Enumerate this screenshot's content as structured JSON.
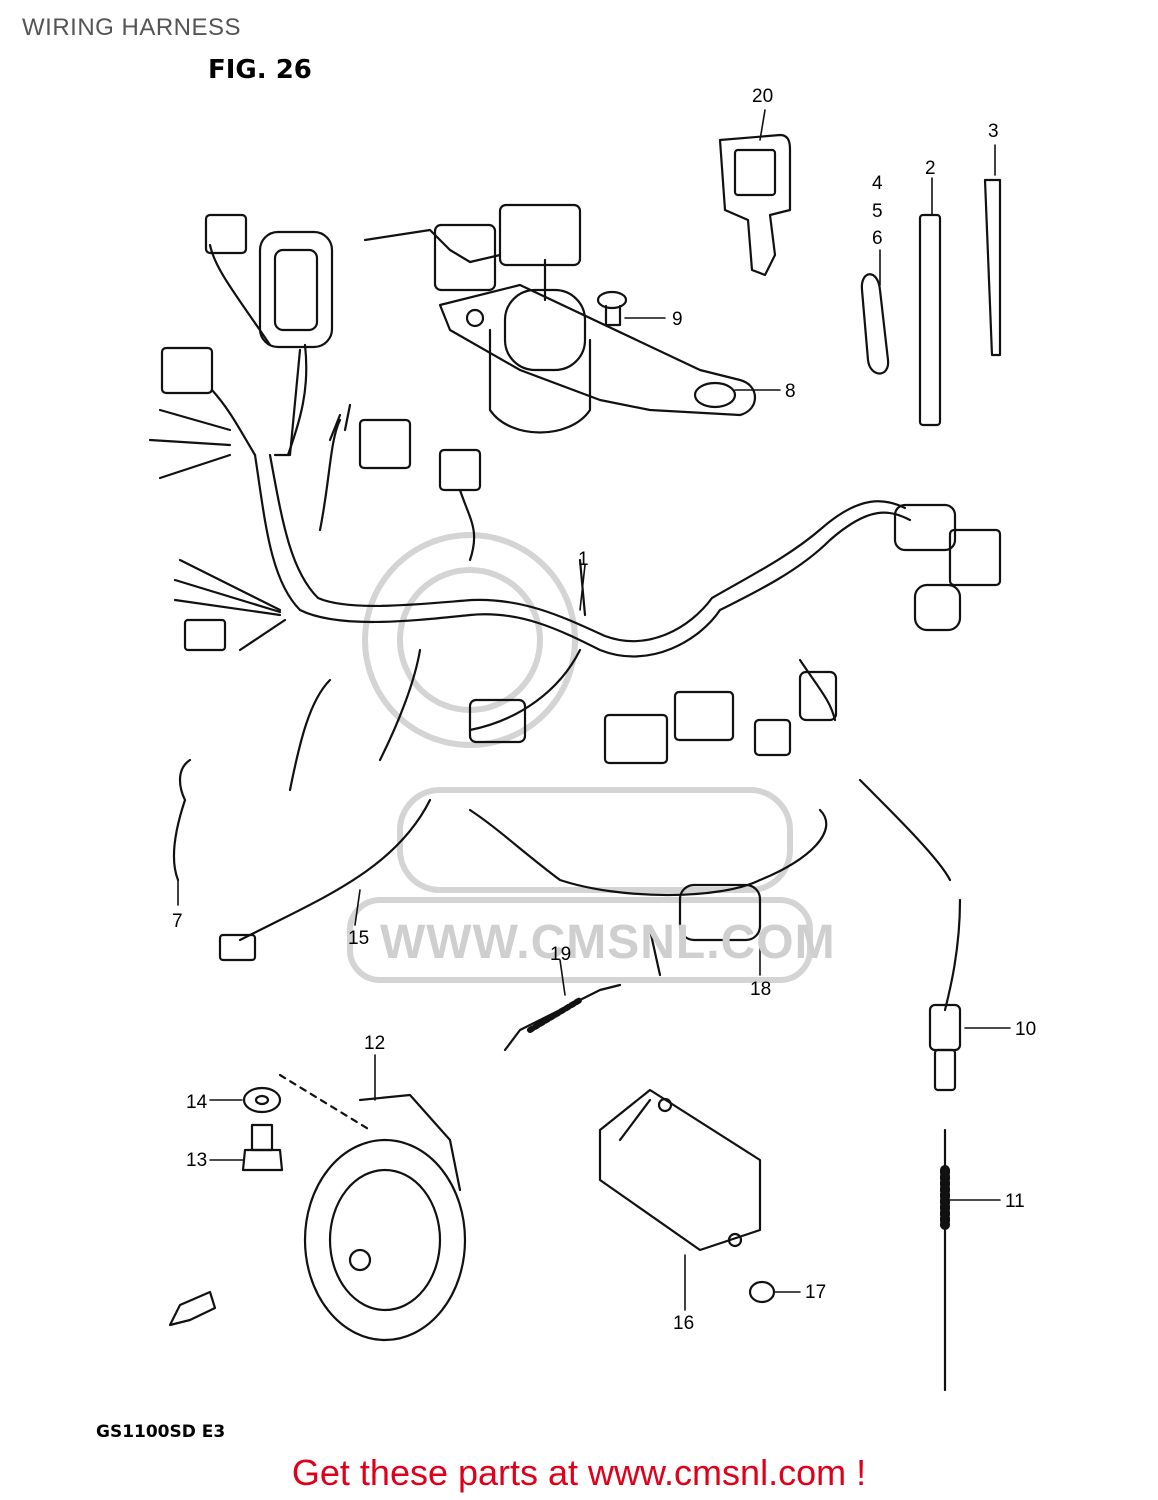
{
  "page_title": "WIRING HARNESS",
  "figure_label": "FIG. 26",
  "model_code": "GS1100SD E3",
  "footer_cta": "Get these parts at www.cmsnl.com !",
  "watermark": "WWW.CMSNL.COM",
  "callouts": {
    "c1": "1",
    "c2": "2",
    "c3": "3",
    "c4": "4",
    "c5": "5",
    "c6": "6",
    "c7": "7",
    "c8": "8",
    "c9": "9",
    "c10": "10",
    "c11": "11",
    "c12": "12",
    "c13": "13",
    "c14": "14",
    "c15": "15",
    "c16": "16",
    "c17": "17",
    "c18": "18",
    "c19": "19",
    "c20": "20"
  },
  "colors": {
    "footer": "#e0001a",
    "watermark": "#cfcfcf"
  }
}
